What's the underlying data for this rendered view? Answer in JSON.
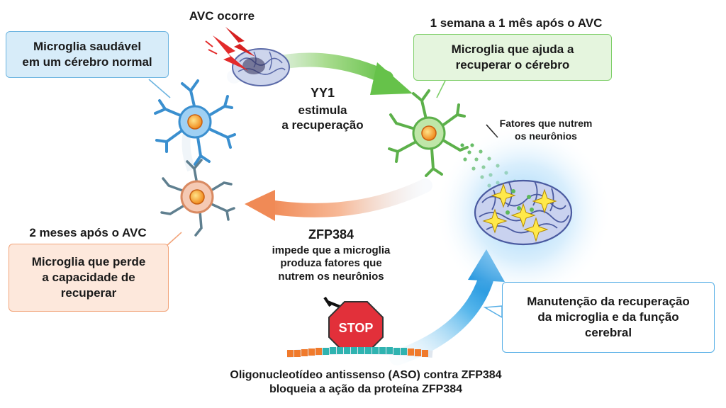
{
  "labels": {
    "stroke_occurs": "AVC ocorre",
    "one_week_month": "1 semana a 1 mês após o AVC",
    "two_months": "2 meses após o AVC",
    "factors": [
      "Fatores que nutrem",
      "os neurônios"
    ]
  },
  "boxes": {
    "healthy": [
      "Microglia saudável",
      "em um cérebro normal"
    ],
    "helps": [
      "Microglia que ajuda a",
      "recuperar o cérebro"
    ],
    "loses": [
      "Microglia que perde",
      "a capacidade de",
      "recuperar"
    ],
    "maintain": [
      "Manutenção da recuperação",
      "da microglia e da função",
      "cerebral"
    ]
  },
  "yy1": {
    "title": "YY1",
    "text": [
      "estimula",
      "a recuperação"
    ]
  },
  "zfp384": {
    "title": "ZFP384",
    "text": [
      "impede que a microglia",
      "produza fatores que",
      "nutrem os neurônios"
    ]
  },
  "stop_sign": "STOP",
  "aso": [
    "Oligonucleotídeo antissenso (ASO) contra ZFP384",
    "bloqueia a ação da proteína ZFP384"
  ],
  "colors": {
    "healthy_microglia": "#4aa3df",
    "recovery_microglia": "#78c466",
    "impaired_microglia": "#e8a386",
    "stop_red": "#e2303a",
    "glow_blue": "#9fd3f7"
  },
  "icons": [
    "lightning-icon",
    "brain-icon",
    "microglia-icon",
    "stop-sign-icon",
    "sparkle-icon"
  ]
}
